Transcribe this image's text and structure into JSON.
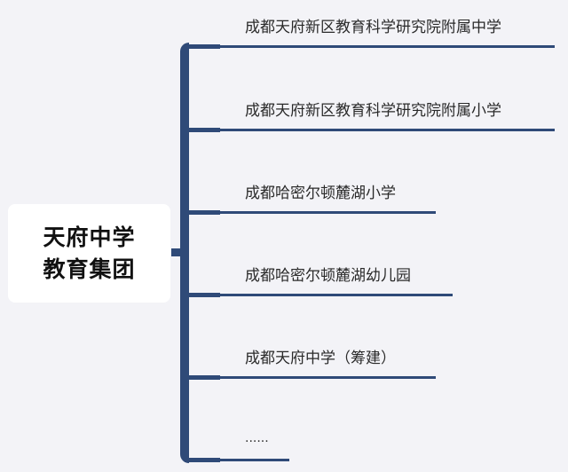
{
  "root": {
    "line1": "天府中学",
    "line2": "教育集团"
  },
  "children": [
    {
      "label": "成都天府新区教育科学研究院附属中学"
    },
    {
      "label": "成都天府新区教育科学研究院附属小学"
    },
    {
      "label": "成都哈密尔顿麓湖小学"
    },
    {
      "label": "成都哈密尔顿麓湖幼儿园"
    },
    {
      "label": "成都天府中学（筹建）"
    },
    {
      "label": "......"
    }
  ],
  "colors": {
    "background": "#f3f3f7",
    "connector": "#2f4a78",
    "root_fill": "#ffffff",
    "root_text": "#111111",
    "child_text": "#2a2a2a"
  }
}
